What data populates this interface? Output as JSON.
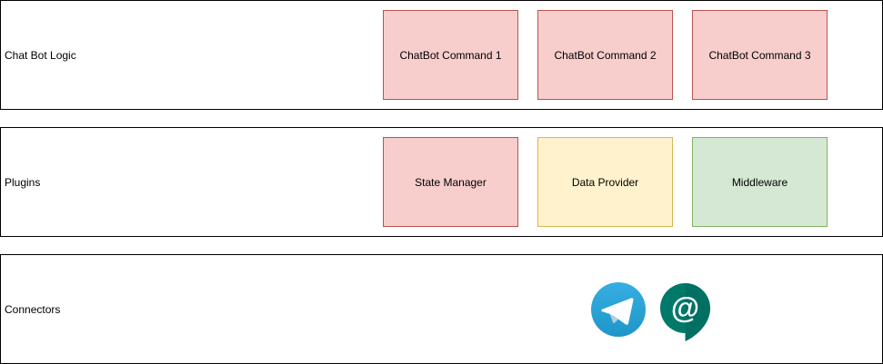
{
  "layers": [
    {
      "label": "Chat Bot Logic",
      "nodes": [
        {
          "label": "ChatBot Command 1",
          "fill": "#f8cecc",
          "stroke": "#b85450"
        },
        {
          "label": "ChatBot Command 2",
          "fill": "#f8cecc",
          "stroke": "#b85450"
        },
        {
          "label": "ChatBot Command 3",
          "fill": "#f8cecc",
          "stroke": "#b85450"
        }
      ]
    },
    {
      "label": "Plugins",
      "nodes": [
        {
          "label": "State Manager",
          "fill": "#f8cecc",
          "stroke": "#b85450"
        },
        {
          "label": "Data Provider",
          "fill": "#fff2cc",
          "stroke": "#d6b656"
        },
        {
          "label": "Middleware",
          "fill": "#d5e8d4",
          "stroke": "#82b366"
        }
      ]
    },
    {
      "label": "Connectors",
      "icons": [
        {
          "name": "telegram-icon",
          "color": "#2aa0d8"
        },
        {
          "name": "google-chat-icon",
          "color": "#00796b"
        }
      ]
    }
  ]
}
